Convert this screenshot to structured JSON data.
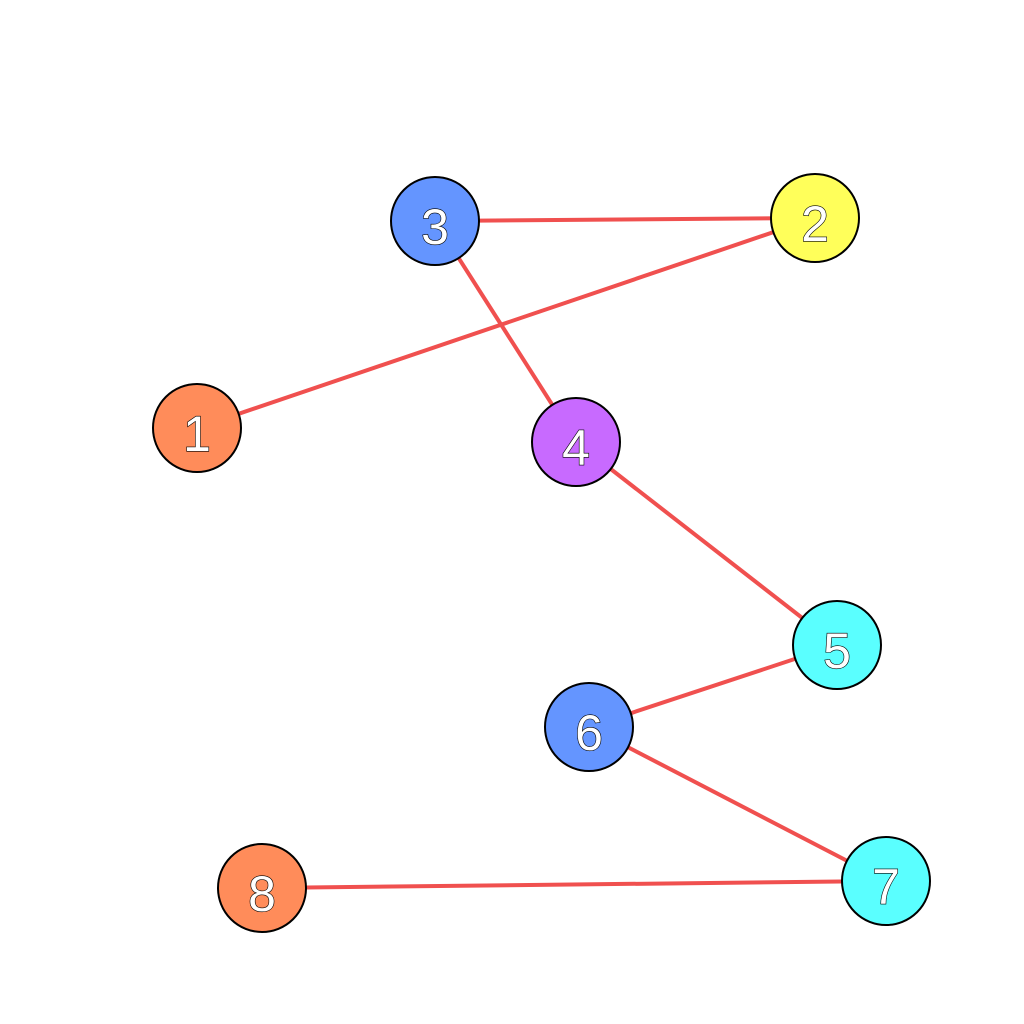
{
  "graph": {
    "edge_color": "#f0504f",
    "nodes": [
      {
        "id": "1",
        "label": "1",
        "color": "#ff8c5a"
      },
      {
        "id": "2",
        "label": "2",
        "color": "#ffff5a"
      },
      {
        "id": "3",
        "label": "3",
        "color": "#6495ff"
      },
      {
        "id": "4",
        "label": "4",
        "color": "#c86aff"
      },
      {
        "id": "5",
        "label": "5",
        "color": "#5affff"
      },
      {
        "id": "6",
        "label": "6",
        "color": "#6495ff"
      },
      {
        "id": "7",
        "label": "7",
        "color": "#5affff"
      },
      {
        "id": "8",
        "label": "8",
        "color": "#ff8c5a"
      }
    ],
    "edges": [
      {
        "source": "1",
        "target": "2"
      },
      {
        "source": "3",
        "target": "2"
      },
      {
        "source": "3",
        "target": "4"
      },
      {
        "source": "4",
        "target": "5"
      },
      {
        "source": "6",
        "target": "5"
      },
      {
        "source": "6",
        "target": "7"
      },
      {
        "source": "8",
        "target": "7"
      }
    ]
  }
}
